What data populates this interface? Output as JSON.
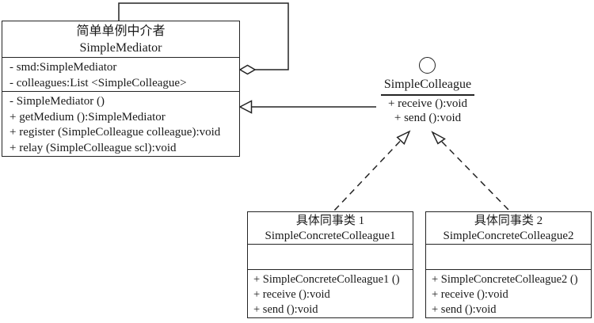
{
  "canvas": {
    "background": "#ffffff",
    "line_color": "#242424",
    "text_color": "#1a1a1a"
  },
  "mediator_class": {
    "title_cn": "简单单例中介者",
    "title_en": "SimpleMediator",
    "attributes": [
      "- smd:SimpleMediator",
      "- colleagues:List <SimpleColleague>"
    ],
    "methods": [
      "- SimpleMediator ()",
      "+ getMedium ():SimpleMediator",
      "+ register (SimpleColleague colleague):void",
      "+ relay (SimpleColleague scl):void"
    ]
  },
  "colleague_interface": {
    "name": "SimpleColleague",
    "methods": [
      "+ receive ():void",
      "+ send ():void"
    ]
  },
  "concrete_colleague_1": {
    "title_cn": "具体同事类 1",
    "title_en": "SimpleConcreteColleague1",
    "methods": [
      "+ SimpleConcreteColleague1 ()",
      "+ receive ():void",
      "+ send ():void"
    ]
  },
  "concrete_colleague_2": {
    "title_cn": "具体同事类 2",
    "title_en": "SimpleConcreteColleague2",
    "methods": [
      "+ SimpleConcreteColleague2 ()",
      "+ receive ():void",
      "+ send ():void"
    ]
  },
  "relationships": {
    "self_aggregation": "SimpleMediator o-- SimpleMediator",
    "realization": "SimpleMediator <|-- SimpleColleague association",
    "implements_1": "SimpleConcreteColleague1 ..|> SimpleColleague",
    "implements_2": "SimpleConcreteColleague2 ..|> SimpleColleague"
  }
}
